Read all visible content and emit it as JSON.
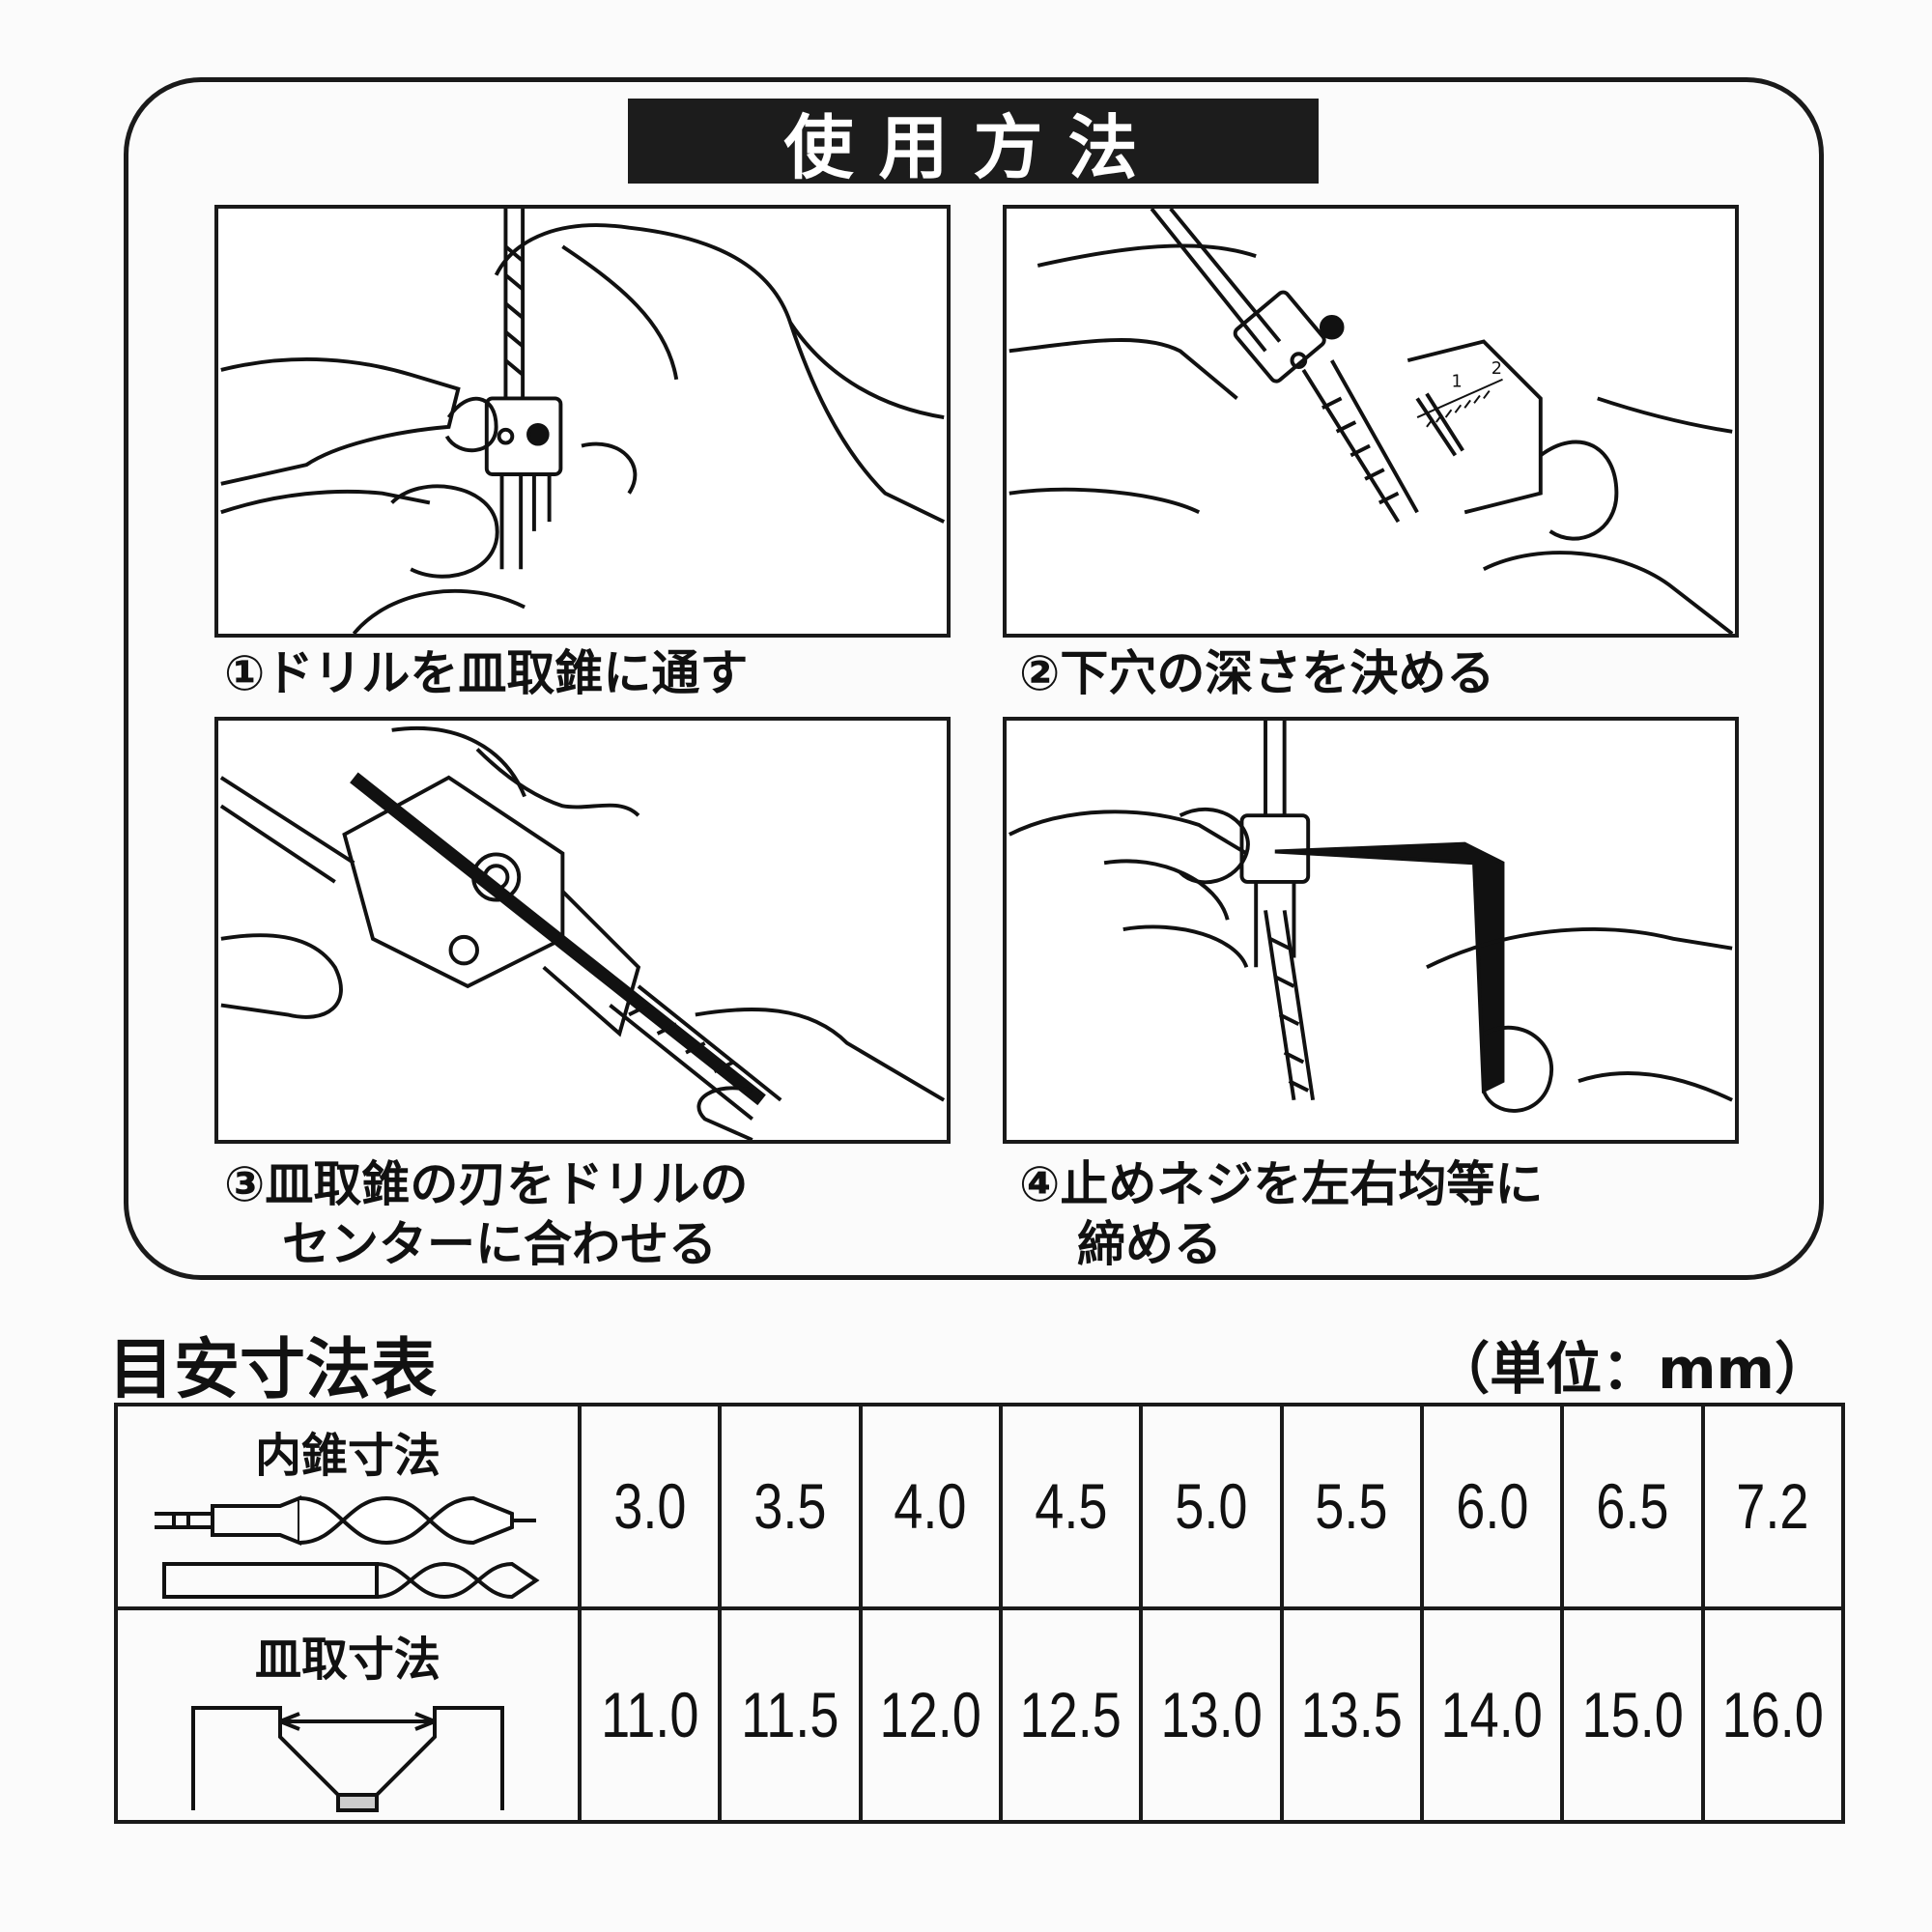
{
  "section_title": "使用方法",
  "steps": [
    {
      "caption": "①ドリルを皿取錐に通す"
    },
    {
      "caption": "②下穴の深さを決める"
    },
    {
      "caption_line1": "③皿取錐の刃をドリルの",
      "caption_line2": "センターに合わせる"
    },
    {
      "caption_line1": "④止めネジを左右均等に",
      "caption_line2": "締める"
    }
  ],
  "ruler_marks": [
    "1",
    "2"
  ],
  "table": {
    "title": "目安寸法表",
    "unit": "（単位：mm）",
    "rows": [
      {
        "label": "内錐寸法",
        "values": [
          "3.0",
          "3.5",
          "4.0",
          "4.5",
          "5.0",
          "5.5",
          "6.0",
          "6.5",
          "7.2"
        ]
      },
      {
        "label": "皿取寸法",
        "values": [
          "11.0",
          "11.5",
          "12.0",
          "12.5",
          "13.0",
          "13.5",
          "14.0",
          "15.0",
          "16.0"
        ]
      }
    ]
  }
}
